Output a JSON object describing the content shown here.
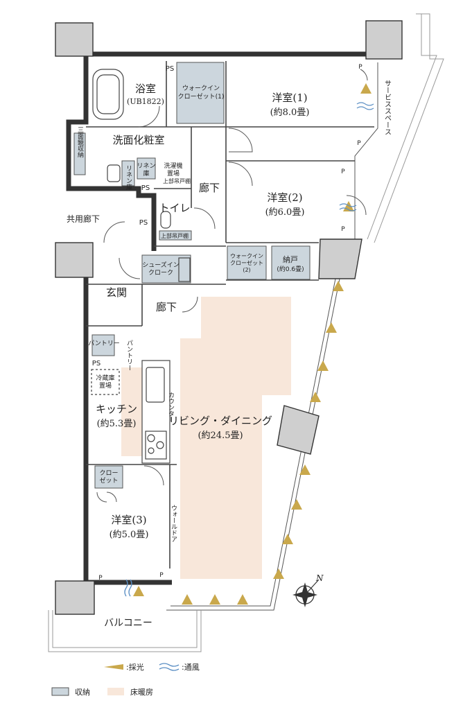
{
  "colors": {
    "storage": "#ccd6dd",
    "floor_heating": "#f8e7da",
    "light": "#c9a84c",
    "wind": "#5b8fc4"
  },
  "rooms": {
    "bath": "浴室",
    "bath_sub": "(UB1822)",
    "wic1": "ウォークイン\nクローゼット(1)",
    "western1": "洋室(1)",
    "western1_size": "(約8.0畳)",
    "washroom": "洗面化粧室",
    "mirror_storage": "三面鏡収納",
    "linen1": "リネン庫",
    "linen2": "リネン庫",
    "washer": "洗濯機\n置場",
    "upper_cab1": "上部吊戸棚",
    "hall1": "廊下",
    "western2": "洋室(2)",
    "western2_size": "(約6.0畳)",
    "toilet": "トイレ",
    "upper_cab2": "上部吊戸棚",
    "common_corridor": "共用廊下",
    "shoes": "シューズイン\nクローク",
    "wic2": "ウォークイン\nクローゼット\n(2)",
    "nando": "納戸",
    "nando_size": "(約0.6畳)",
    "genkan": "玄関",
    "hall2": "廊下",
    "pantry_box": "パントリー",
    "pantry_side": "パントリー",
    "fridge": "冷蔵庫\n置場",
    "kitchen": "キッチン",
    "kitchen_size": "(約5.3畳)",
    "counter": "カウンター",
    "living": "リビング・ダイニング",
    "living_size": "(約24.5畳)",
    "closet": "クローゼット",
    "western3": "洋室(3)",
    "western3_size": "(約5.0畳)",
    "wall_door": "ウォールドア",
    "balcony": "バルコニー",
    "service_space": "サービススペース",
    "ps": "PS",
    "p": "P"
  },
  "compass": {
    "north": "N"
  },
  "legend": {
    "light_label": ":採光",
    "wind_label": ":通風",
    "storage_label": "収納",
    "heating_label": "床暖房"
  }
}
